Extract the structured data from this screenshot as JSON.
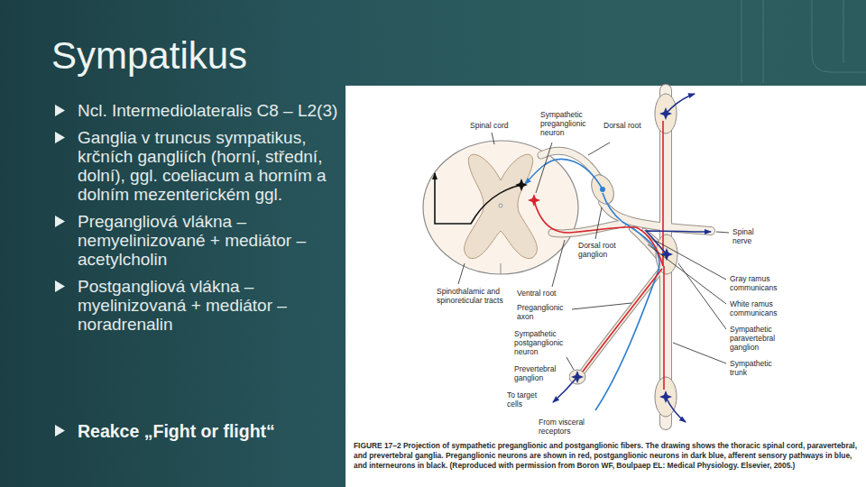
{
  "diagram": {
    "title": "Sympatikus",
    "caption": "FIGURE 17–2 Projection of sympathetic preganglionic and postganglionic fibers. The drawing shows the thoracic spinal cord, paravertebral, and prevertebral ganglia. Preganglionic neurons are shown in red, postganglionic neurons in dark blue, afferent sensory pathways in blue, and interneurons in black. (Reproduced with permission from Boron WF, Boulpaep EL: Medical Physiology. Elsevier, 2005.)",
    "labels": [
      "Ncl. Intermediolateralis C8 – L2(3)",
      "Ganglia v truncus sympatikus, krčních gangliích (horní, střední, dolní), ggl. coeliacum a horním a dolním mezenterickém ggl.",
      "Pregangliová vlákna – nemyelinizované + mediátor – acetylcholin",
      "Postgangliová vlákna – myelinizovaná + mediátor – noradrenalin",
      "Reakce „Fight or flight“",
      "Spinal cord",
      "Sympathetic preganglionic neuron",
      "Dorsal root",
      "Dorsal root ganglion",
      "Spinal nerve",
      "Spinothalamic and spinoreticular tracts",
      "Ventral root",
      "Preganglionic axon",
      "Sympathetic postganglionic neuron",
      "Prevertebral ganglion",
      "To target cells",
      "From visceral receptors",
      "Gray ramus communicans",
      "White ramus communicans",
      "Sympathetic paravertebral ganglion",
      "Sympathetic trunk"
    ]
  }
}
